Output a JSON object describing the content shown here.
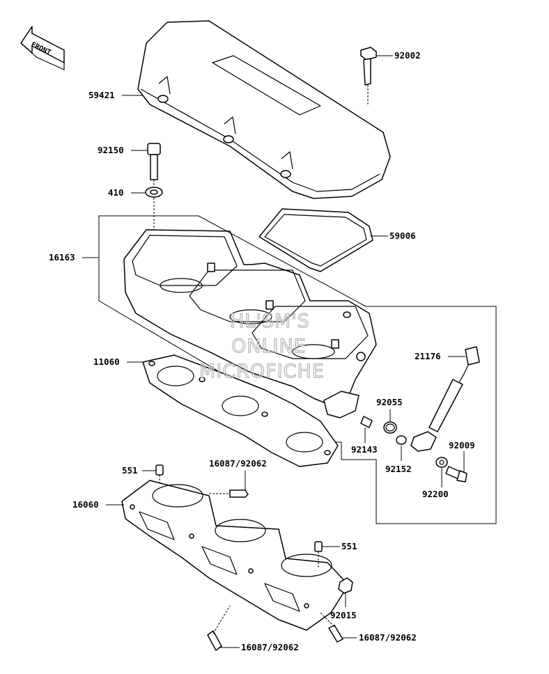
{
  "front_arrow": {
    "label": "FRONT"
  },
  "watermark": [
    "HL'SM'S",
    "ONLINE",
    "MICROFICHE"
  ],
  "labels": {
    "p92002": "92002",
    "p59421": "59421",
    "p92150": "92150",
    "p410": "410",
    "p59006": "59006",
    "p16163": "16163",
    "p21176": "21176",
    "p11060": "11060",
    "p92055": "92055",
    "p92143": "92143",
    "p92009": "92009",
    "p92152": "92152",
    "p92200": "92200",
    "p551a": "551",
    "p16087a": "16087/92062",
    "p16060": "16060",
    "p551b": "551",
    "p92015": "92015",
    "p16087b": "16087/92062",
    "p16087c": "16087/92062"
  }
}
